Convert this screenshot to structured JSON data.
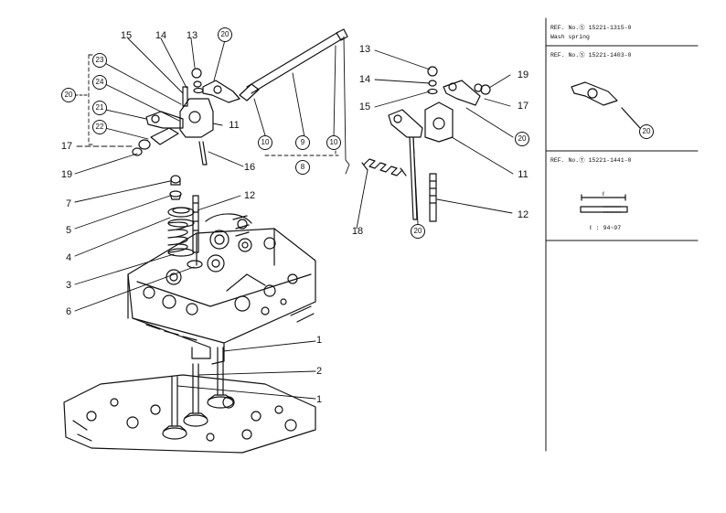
{
  "callouts": {
    "n13a": "13",
    "n14a": "14",
    "n15a": "15",
    "c20a": "20",
    "c23": "23",
    "c20b": "20",
    "c24": "24",
    "c21": "21",
    "c22": "22",
    "n11a": "11",
    "n17a": "17",
    "n19a": "19",
    "n16": "16",
    "n7": "7",
    "n5": "5",
    "n4": "4",
    "n12a": "12",
    "n3": "3",
    "n6": "6",
    "c10a": "10",
    "n9": "9",
    "c10b": "10",
    "n8": "8",
    "n13b": "13",
    "n14b": "14",
    "n15b": "15",
    "n19b": "19",
    "n17b": "17",
    "c20c": "20",
    "n11b": "11",
    "n18": "18",
    "c20d": "20",
    "n12b": "12",
    "n1a": "1",
    "n2": "2",
    "n1b": "1"
  },
  "refs": {
    "r1_line1": "REF. No.Ⓢ 15221-1315-0",
    "r1_line2": "Wash spring",
    "r2_line1": "REF. No.Ⓢ 15221-1403-0",
    "r2_callout": "20",
    "r3_line1": "REF. No.Ⓣ 15221-1441-0",
    "r3_dim": "ℓ",
    "r3_range": "ℓ : 94~97"
  }
}
